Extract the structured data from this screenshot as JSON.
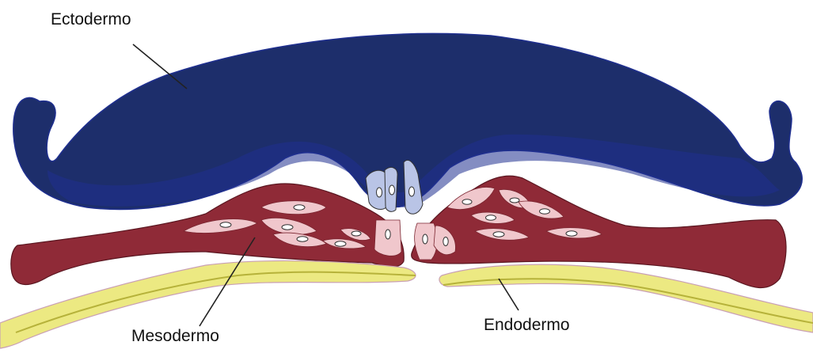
{
  "labels": {
    "ectoderm": "Ectodermo",
    "mesoderm": "Mesodermo",
    "endoderm": "Endodermo"
  },
  "colors": {
    "ectoderm": "#1d2e6b",
    "ectoderm_edge": "#1f2f8f",
    "mesoderm": "#8f2a37",
    "mesoderm_cell": "#f0c7cc",
    "primitive_streak_cell": "#b9c4e6",
    "endoderm": "#ece982",
    "endoderm_edge": "#b6b23a",
    "leader": "#222222"
  }
}
